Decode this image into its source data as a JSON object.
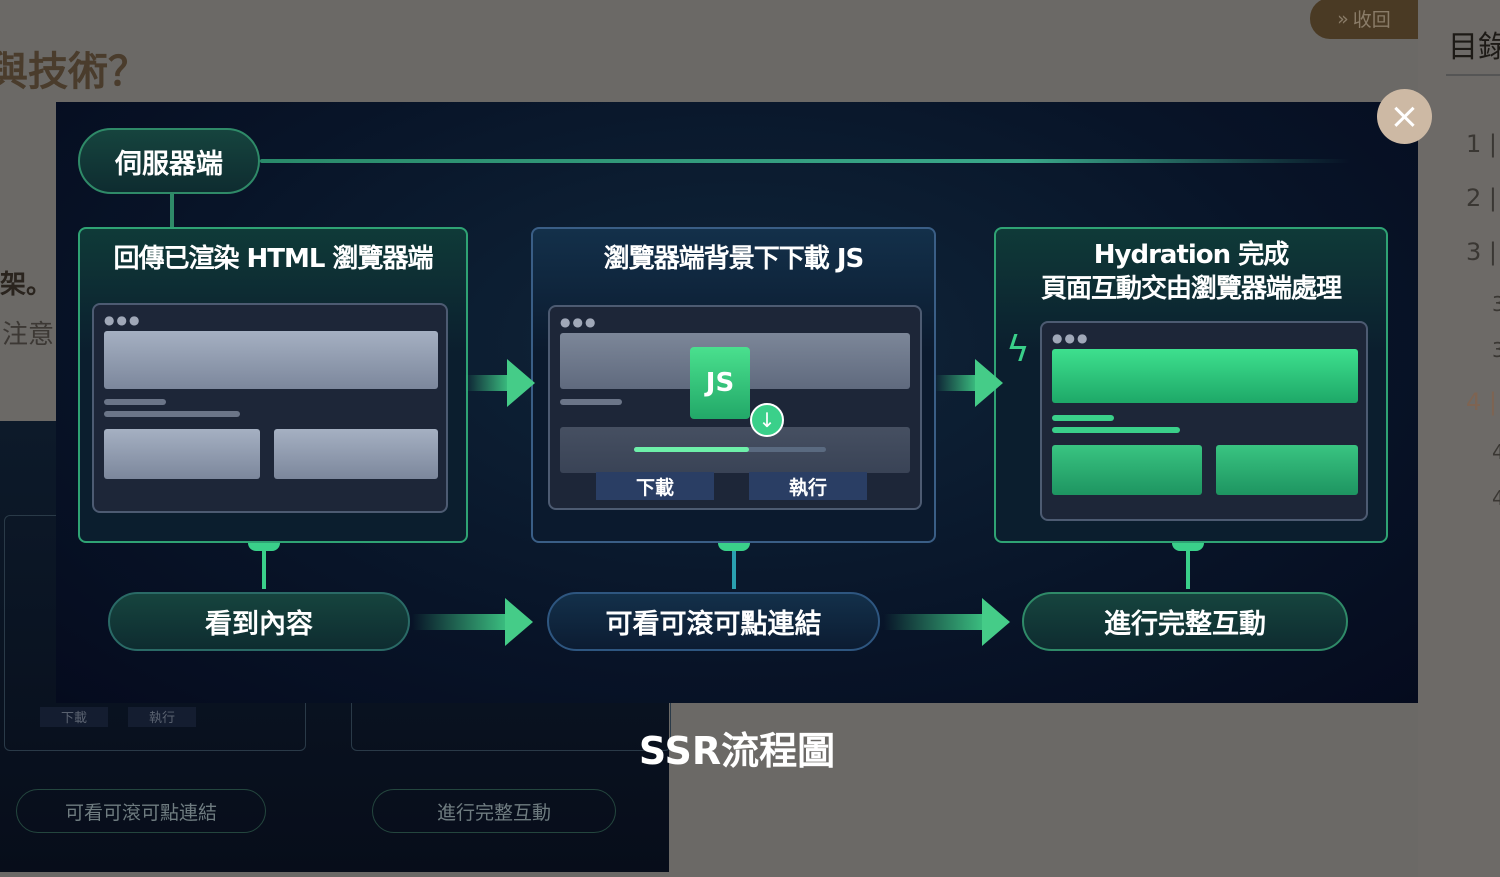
{
  "article": {
    "heading_fragment": "與技術？",
    "line1_fragment": "架。",
    "line2_fragment": "注意"
  },
  "background_image": {
    "pill_left": "可看可滾可點連結",
    "pill_right": "進行完整互動",
    "btn_download": "下載",
    "btn_execute": "執行"
  },
  "collapse_button": {
    "icon": "double-chevron-right-icon",
    "label": "收回"
  },
  "toc": {
    "title": "目錄",
    "items": [
      "1",
      "2",
      "3",
      "3",
      "3",
      "4",
      "4",
      "4"
    ],
    "active_color": "#8a6a50"
  },
  "lightbox": {
    "close_icon": "close-icon",
    "caption": "SSR流程圖",
    "diagram": {
      "server_label": "伺服器端",
      "cards": [
        {
          "title": "回傳已渲染 HTML 瀏覽器端"
        },
        {
          "title": "瀏覽器端背景下下載 JS",
          "file_icon_label": "JS",
          "download_label": "下載",
          "execute_label": "執行"
        },
        {
          "title_line1": "Hydration 完成",
          "title_line2": "頁面互動交由瀏覽器端處理"
        }
      ],
      "results": [
        "看到內容",
        "可看可滾可點連結",
        "進行完整互動"
      ],
      "accent_color": "#3ad08a"
    }
  }
}
